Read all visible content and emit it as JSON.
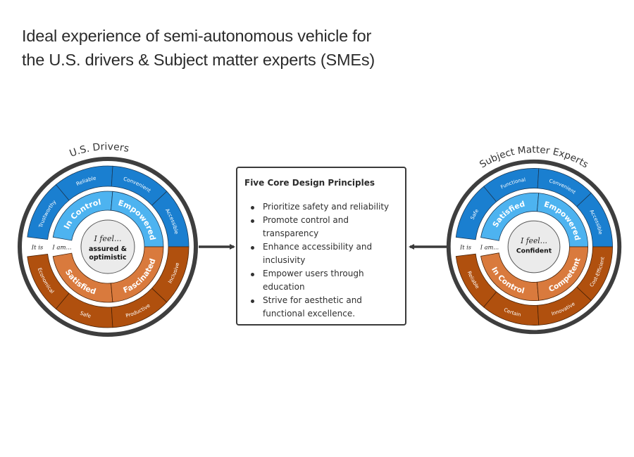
{
  "title": {
    "line1": "Ideal experience of semi-autonomous vehicle for",
    "line2": "the U.S. drivers & Subject matter experts (SMEs)"
  },
  "colors": {
    "outer_blue": "#1a7fd0",
    "inner_blue": "#4db3f0",
    "outer_brown": "#b0500e",
    "inner_orange": "#d97a3d",
    "center_disc": "#ebebeb",
    "ring_dark": "#3e3e3e",
    "connector": "#3a3a3a"
  },
  "principles": {
    "heading": "Five Core Design Principles",
    "items": [
      "Prioritize safety and reliability",
      "Promote control and transparency",
      "Enhance accessibility and inclusivity",
      "Empower users through education",
      "Strive for aesthetic and functional excellence."
    ]
  },
  "wheels": [
    {
      "id": "us-drivers",
      "label": "U.S. Drivers",
      "it_is_label": "It is",
      "i_am_label": "I am...",
      "i_feel_label": "I feel...",
      "feeling": [
        "assured &",
        "optimistic"
      ],
      "it_is_top": [
        "Trustworthy",
        "Reliable",
        "Convenient",
        "Accessible"
      ],
      "it_is_bottom": [
        "Economical",
        "Safe",
        "Productive",
        "Inclusive"
      ],
      "i_am_top": [
        "In Control",
        "Empowered"
      ],
      "i_am_bottom": [
        "Satisfied",
        "Fascinated"
      ]
    },
    {
      "id": "subject-matter-experts",
      "label": "Subject Matter Experts",
      "it_is_label": "It is",
      "i_am_label": "I am...",
      "i_feel_label": "I feel...",
      "feeling": [
        "Confident"
      ],
      "it_is_top": [
        "Safe",
        "Functional",
        "Convenient",
        "Accessible"
      ],
      "it_is_bottom": [
        "Reliable",
        "Certain",
        "Innovative",
        "Cost-Efficient"
      ],
      "i_am_top": [
        "Satisfied",
        "Empowered"
      ],
      "i_am_bottom": [
        "In Control",
        "Competent"
      ]
    }
  ]
}
